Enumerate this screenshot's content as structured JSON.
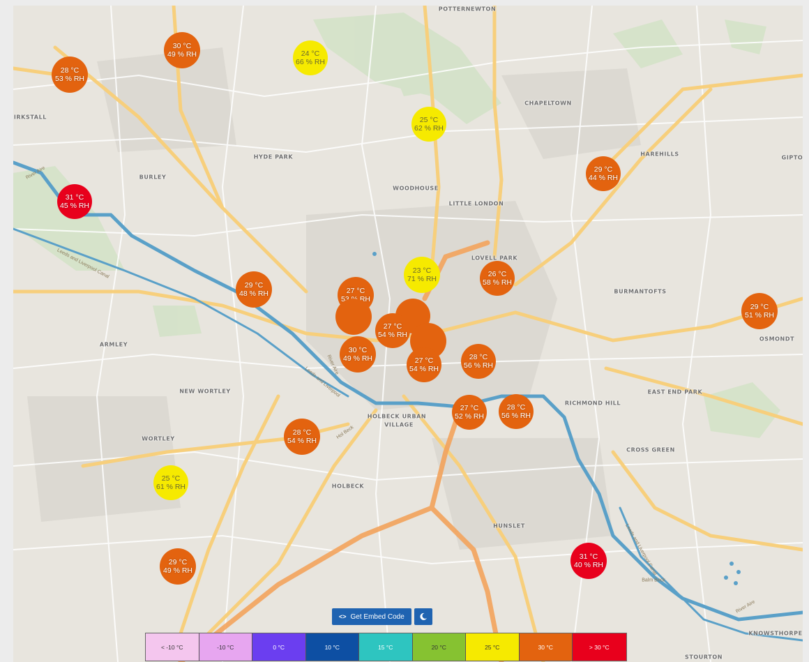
{
  "colors": {
    "hot": "#e8001c",
    "warm": "#e3630f",
    "mild": "#f6ea00",
    "water": "#5aa0c8",
    "road_major": "#f7cf7c",
    "road_motorway": "#f3a35c"
  },
  "places": [
    {
      "name": "POTTERNEWTON"
    },
    {
      "name": "KIRKSTALL"
    },
    {
      "name": "CHAPELTOWN"
    },
    {
      "name": "HAREHILLS"
    },
    {
      "name": "GIPTO"
    },
    {
      "name": "HYDE PARK"
    },
    {
      "name": "BURLEY"
    },
    {
      "name": "WOODHOUSE"
    },
    {
      "name": "LITTLE LONDON"
    },
    {
      "name": "LOVELL PARK"
    },
    {
      "name": "BURMANTOFTS"
    },
    {
      "name": "OSMONDT"
    },
    {
      "name": "ARMLEY"
    },
    {
      "name": "NEW WORTLEY"
    },
    {
      "name": "RICHMOND HILL"
    },
    {
      "name": "EAST END PARK"
    },
    {
      "name": "HOLBECK URBAN"
    },
    {
      "name": "VILLAGE"
    },
    {
      "name": "WORTLEY"
    },
    {
      "name": "CROSS GREEN"
    },
    {
      "name": "HOLBECK"
    },
    {
      "name": "HUNSLET"
    },
    {
      "name": "KNOWSTHORPE"
    },
    {
      "name": "STOURTON"
    }
  ],
  "road_labels": [
    {
      "name": "River Aire"
    },
    {
      "name": "Leeds and Liverpool Canal"
    },
    {
      "name": "Leeds and Liverpool"
    },
    {
      "name": "River Aire"
    },
    {
      "name": "Leeds and Liverpool Canal"
    },
    {
      "name": "River Aire"
    },
    {
      "name": "Balm Beck"
    },
    {
      "name": "Hol Beck"
    }
  ],
  "sensors": [
    {
      "temp": "30 °C",
      "rh": "49 % RH",
      "level": "warm"
    },
    {
      "temp": "28 °C",
      "rh": "53 % RH",
      "level": "warm"
    },
    {
      "temp": "24 °C",
      "rh": "66 % RH",
      "level": "mild"
    },
    {
      "temp": "25 °C",
      "rh": "62 % RH",
      "level": "mild"
    },
    {
      "temp": "29 °C",
      "rh": "44 % RH",
      "level": "warm"
    },
    {
      "temp": "31 °C",
      "rh": "45 % RH",
      "level": "hot"
    },
    {
      "temp": "23 °C",
      "rh": "71 % RH",
      "level": "mild"
    },
    {
      "temp": "26 °C",
      "rh": "58 % RH",
      "level": "warm"
    },
    {
      "temp": "29 °C",
      "rh": "48 % RH",
      "level": "warm"
    },
    {
      "temp": "27 °C",
      "rh": "53 % RH",
      "level": "warm"
    },
    {
      "temp": "",
      "rh": "",
      "level": "warm"
    },
    {
      "temp": "",
      "rh": "",
      "level": "warm"
    },
    {
      "temp": "27 °C",
      "rh": "54 % RH",
      "level": "warm"
    },
    {
      "temp": "",
      "rh": "",
      "level": "warm"
    },
    {
      "temp": "30 °C",
      "rh": "49 % RH",
      "level": "warm"
    },
    {
      "temp": "27 °C",
      "rh": "54 % RH",
      "level": "warm"
    },
    {
      "temp": "28 °C",
      "rh": "56 % RH",
      "level": "warm"
    },
    {
      "temp": "29 °C",
      "rh": "51 % RH",
      "level": "warm"
    },
    {
      "temp": "27 °C",
      "rh": "52 % RH",
      "level": "warm"
    },
    {
      "temp": "28 °C",
      "rh": "56 % RH",
      "level": "warm"
    },
    {
      "temp": "28 °C",
      "rh": "54 % RH",
      "level": "warm"
    },
    {
      "temp": "25 °C",
      "rh": "61 % RH",
      "level": "mild"
    },
    {
      "temp": "29 °C",
      "rh": "49 % RH",
      "level": "warm"
    },
    {
      "temp": "31 °C",
      "rh": "40 % RH",
      "level": "hot"
    }
  ],
  "controls": {
    "embed_icon": "code-icon",
    "embed_code_symbol": "<>",
    "embed_label": "Get Embed Code",
    "theme_icon": "moon-icon"
  },
  "legend": [
    {
      "label": "< -10 °C",
      "bg": "#f4c6ee",
      "fg": "#333333"
    },
    {
      "label": "-10 °C",
      "bg": "#e7a6f0",
      "fg": "#333333"
    },
    {
      "label": "0 °C",
      "bg": "#6b3ef0",
      "fg": "#ffffff"
    },
    {
      "label": "10 °C",
      "bg": "#0d4fa3",
      "fg": "#ffffff"
    },
    {
      "label": "15 °C",
      "bg": "#2ec5c0",
      "fg": "#ffffff"
    },
    {
      "label": "20 °C",
      "bg": "#86c231",
      "fg": "#333333"
    },
    {
      "label": "25 °C",
      "bg": "#f6ea00",
      "fg": "#333333"
    },
    {
      "label": "30 °C",
      "bg": "#e3630f",
      "fg": "#ffffff"
    },
    {
      "label": "> 30 °C",
      "bg": "#e8001c",
      "fg": "#ffffff"
    }
  ]
}
